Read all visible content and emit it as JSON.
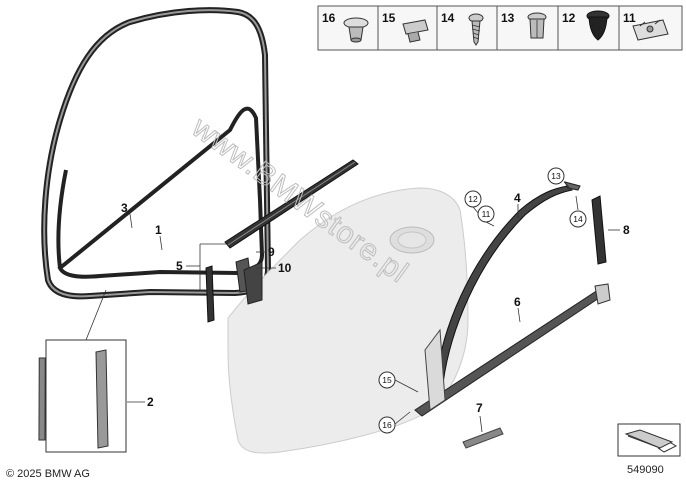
{
  "legend": {
    "items": [
      {
        "num": "16",
        "icon": "push-rivet-icon"
      },
      {
        "num": "15",
        "icon": "clip-icon"
      },
      {
        "num": "14",
        "icon": "screw-icon"
      },
      {
        "num": "13",
        "icon": "expanding-rivet-icon"
      },
      {
        "num": "12",
        "icon": "rubber-grommet-icon"
      },
      {
        "num": "11",
        "icon": "spring-nut-icon"
      }
    ]
  },
  "callouts": {
    "c1": "1",
    "c2": "2",
    "c3": "3",
    "c4": "4",
    "c5": "5",
    "c6": "6",
    "c7": "7",
    "c8": "8",
    "c9": "9",
    "c10": "10",
    "c11": "11",
    "c12": "12",
    "c13": "13",
    "c14": "14",
    "c15": "15",
    "c16": "16"
  },
  "watermark": "www.BMWstore.pl",
  "footer": {
    "copyright": "© 2025 BMW AG",
    "diagram_number": "549090"
  },
  "colors": {
    "line": "#333333",
    "door_fill": "#ececec",
    "part_fill": "#555555",
    "legend_bg": "#f5f5f5"
  }
}
